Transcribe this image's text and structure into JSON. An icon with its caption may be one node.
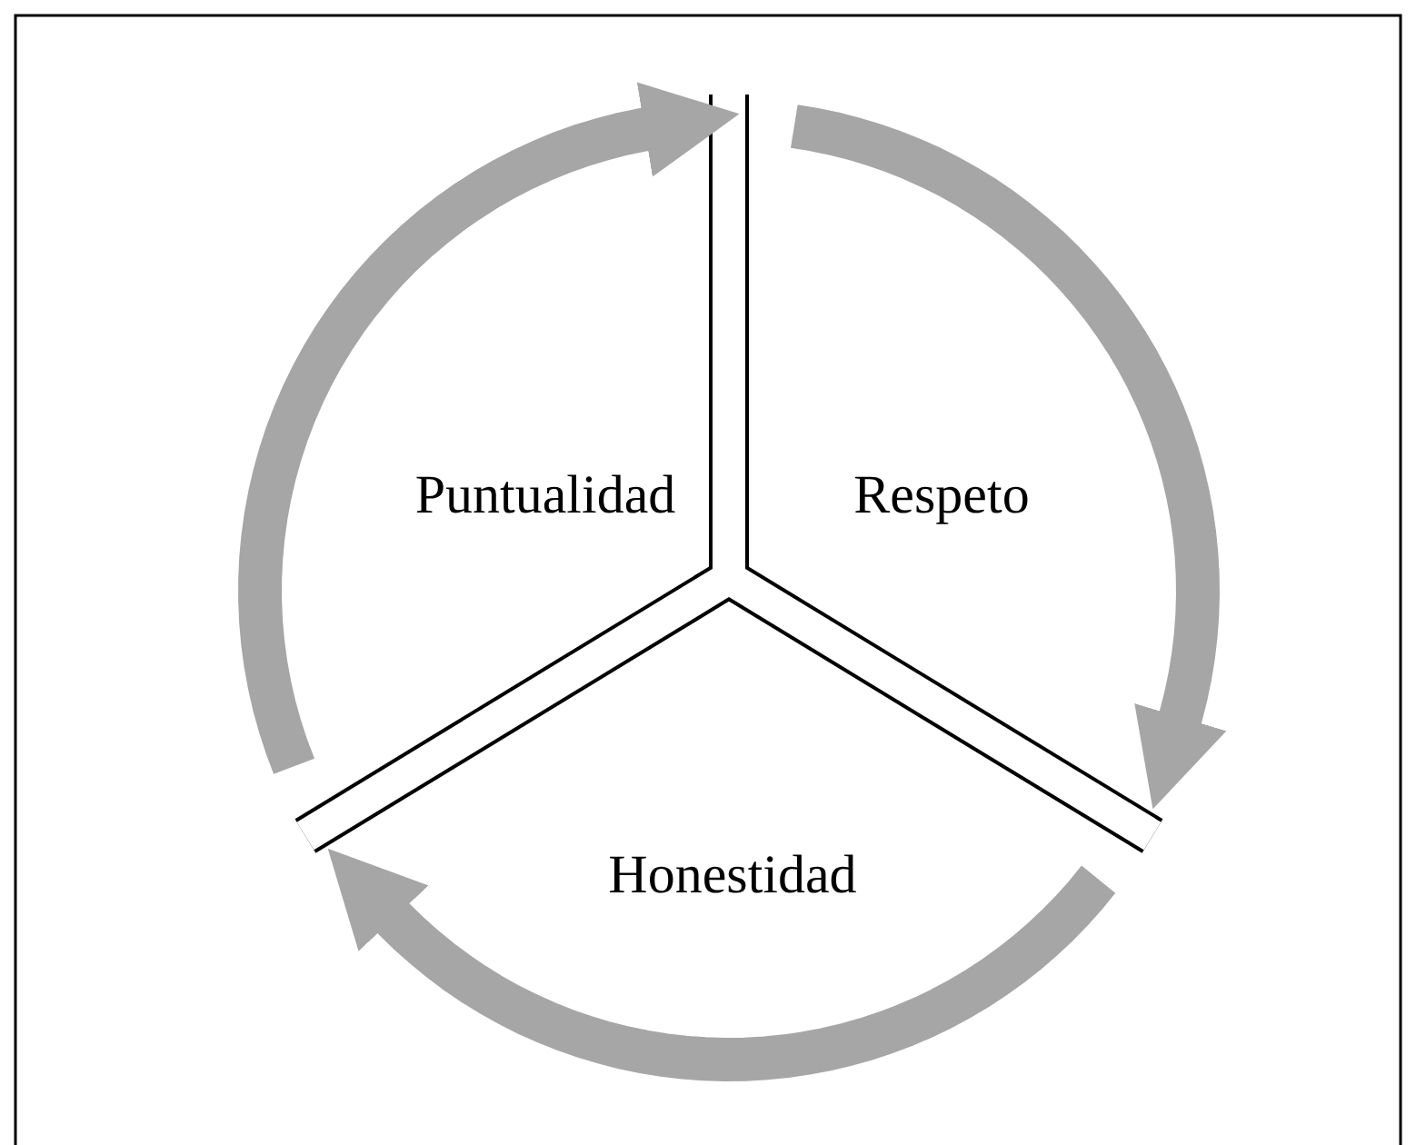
{
  "diagram": {
    "nodes": [
      {
        "text": [
          "Puntualidad"
        ]
      },
      {
        "text": [
          "Respeto"
        ]
      },
      {
        "text": [
          "Honestidad"
        ]
      }
    ]
  }
}
